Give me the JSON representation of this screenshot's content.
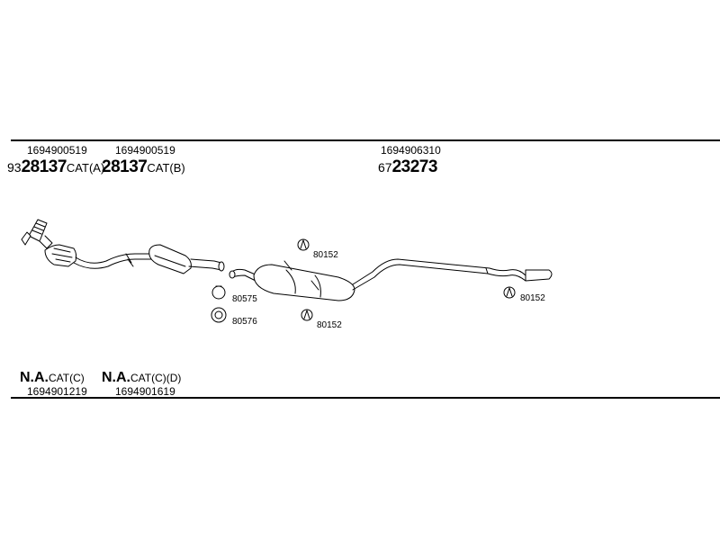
{
  "top_parts": [
    {
      "part_no": "1694900519",
      "code_prefix": "93",
      "code": "28137",
      "code_suffix": "CAT(A)"
    },
    {
      "part_no": "1694900519",
      "code_prefix": "",
      "code": "28137",
      "code_suffix": "CAT(B)"
    },
    {
      "part_no": "1694906310",
      "code_prefix": "67",
      "code": "23273",
      "code_suffix": ""
    }
  ],
  "bottom_parts": [
    {
      "code": "N.A.",
      "code_suffix": "CAT(C)",
      "part_no": "1694901219"
    },
    {
      "code": "N.A.",
      "code_suffix": "CAT(C)(D)",
      "part_no": "1694901619"
    }
  ],
  "callouts": {
    "clamp": "80575",
    "gasket": "80576",
    "hanger_top": "80152",
    "hanger_mid": "80152",
    "hanger_rear": "80152"
  }
}
